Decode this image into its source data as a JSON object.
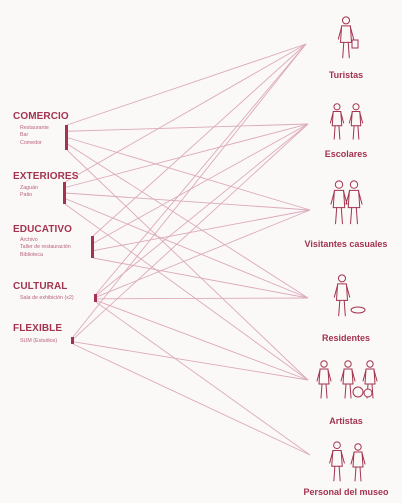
{
  "colors": {
    "accent": "#a2344f",
    "text_light": "#b7627c",
    "line": "#dcaabb",
    "background": "#fbf8f8"
  },
  "categories": [
    {
      "title": "COMERCIO",
      "items": [
        "Restaurante",
        "Bar",
        "Comedor"
      ]
    },
    {
      "title": "EXTERIORES",
      "items": [
        "Zaguán",
        "Patio"
      ]
    },
    {
      "title": "EDUCATIVO",
      "items": [
        "Archivo",
        "Taller de restauración",
        "Biblioteca"
      ]
    },
    {
      "title": "CULTURAL",
      "items": [
        "Sala de exhibición (x2)"
      ]
    },
    {
      "title": "FLEXIBLE",
      "items": [
        "SUM (Estudios)"
      ]
    }
  ],
  "users": [
    {
      "label": "Turistas",
      "icon": "tourist-figure-icon"
    },
    {
      "label": "Escolares",
      "icon": "schoolchildren-figure-icon"
    },
    {
      "label": "Visitantes casuales",
      "icon": "casual-visitors-figure-icon"
    },
    {
      "label": "Residentes",
      "icon": "residents-figure-icon"
    },
    {
      "label": "Artistas",
      "icon": "artists-figure-icon"
    },
    {
      "label": "Personal del museo",
      "icon": "museum-staff-figure-icon"
    }
  ],
  "connections": [
    [
      0,
      0
    ],
    [
      0,
      1
    ],
    [
      0,
      2
    ],
    [
      0,
      3
    ],
    [
      0,
      4
    ],
    [
      1,
      0
    ],
    [
      1,
      1
    ],
    [
      1,
      2
    ],
    [
      1,
      3
    ],
    [
      1,
      4
    ],
    [
      2,
      0
    ],
    [
      2,
      1
    ],
    [
      2,
      2
    ],
    [
      2,
      3
    ],
    [
      3,
      0
    ],
    [
      3,
      1
    ],
    [
      3,
      2
    ],
    [
      3,
      3
    ],
    [
      3,
      4
    ],
    [
      3,
      5
    ],
    [
      4,
      0
    ],
    [
      4,
      1
    ],
    [
      4,
      4
    ],
    [
      4,
      5
    ]
  ]
}
